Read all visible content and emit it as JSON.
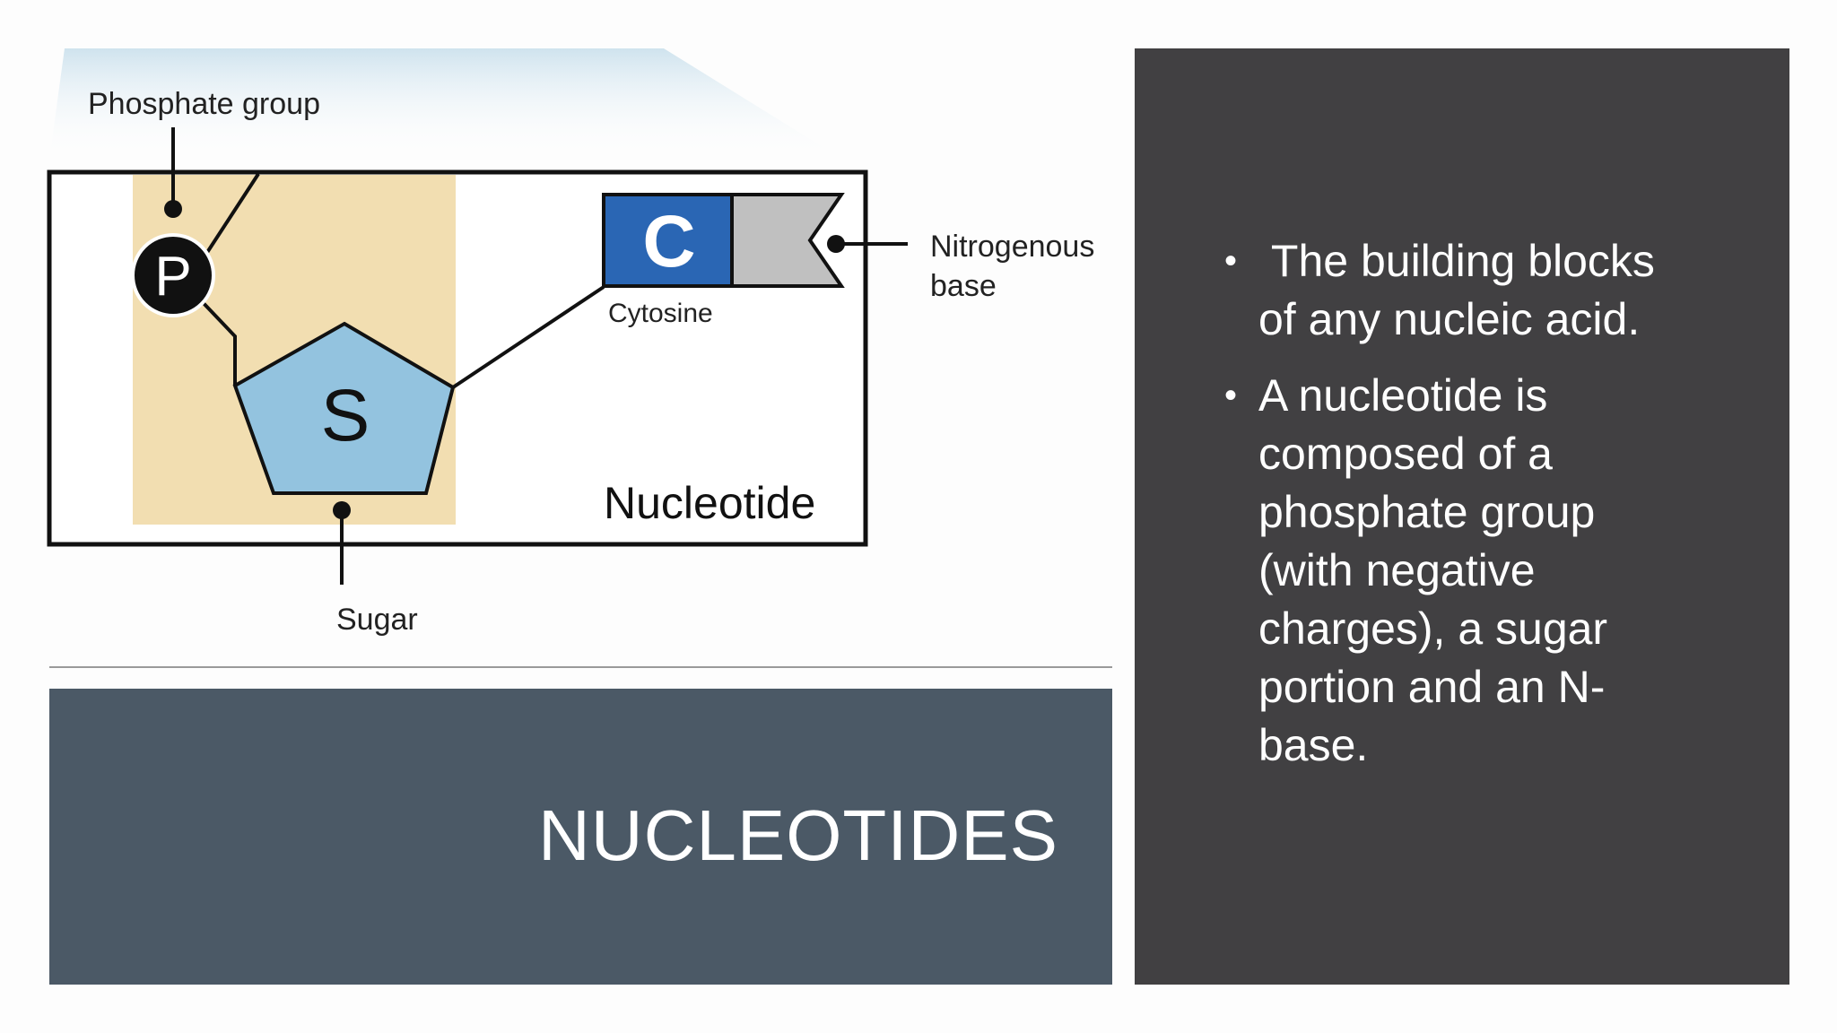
{
  "diagram": {
    "label_phosphate": "Phosphate group",
    "label_nitrogenous_1": "Nitrogenous",
    "label_nitrogenous_2": "base",
    "label_cytosine": "Cytosine",
    "label_nucleotide": "Nucleotide",
    "label_sugar": "Sugar",
    "symbol_phosphate": "P",
    "symbol_sugar": "S",
    "symbol_cytosine": "C",
    "colors": {
      "phosphate_highlight": "#f2deb1",
      "sugar_fill": "#93c3df",
      "cytosine_fill": "#2a66b4",
      "base_tail_fill": "#c0c0c0",
      "phosphate_circle": "#111111"
    }
  },
  "title_panel": {
    "title": "NUCLEOTIDES",
    "background": "#4b5966"
  },
  "text_panel": {
    "background": "#414042",
    "bullets": [
      {
        "marker": "•",
        "text": " The building blocks of any nucleic acid."
      },
      {
        "marker": "•",
        "text": "A nucleotide is composed of a phosphate group (with negative charges), a sugar portion and an N-base."
      }
    ]
  }
}
